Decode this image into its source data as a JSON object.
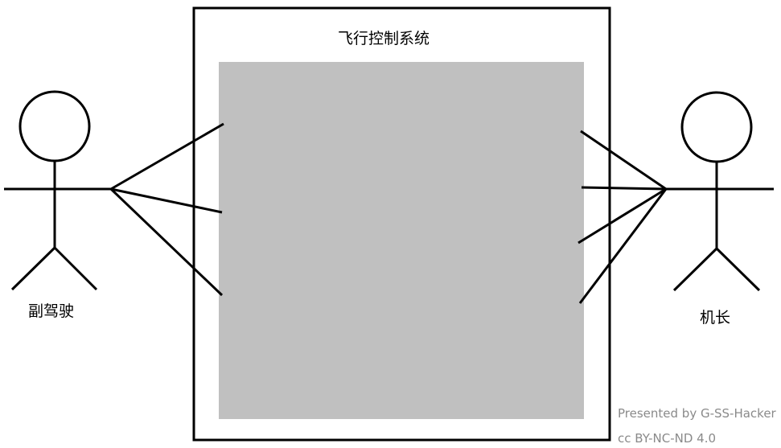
{
  "system": {
    "title": "飞行控制系统"
  },
  "actors": {
    "left": {
      "label": "副驾驶"
    },
    "right": {
      "label": "机长"
    }
  },
  "credits": {
    "line1": "Presented by G-SS-Hacker",
    "line2": "cc BY-NC-ND 4.0"
  },
  "colors": {
    "stroke": "#000000",
    "placeholder_fill": "#c0c0c0",
    "credit_text": "#8a8a8a",
    "background": "#ffffff"
  }
}
